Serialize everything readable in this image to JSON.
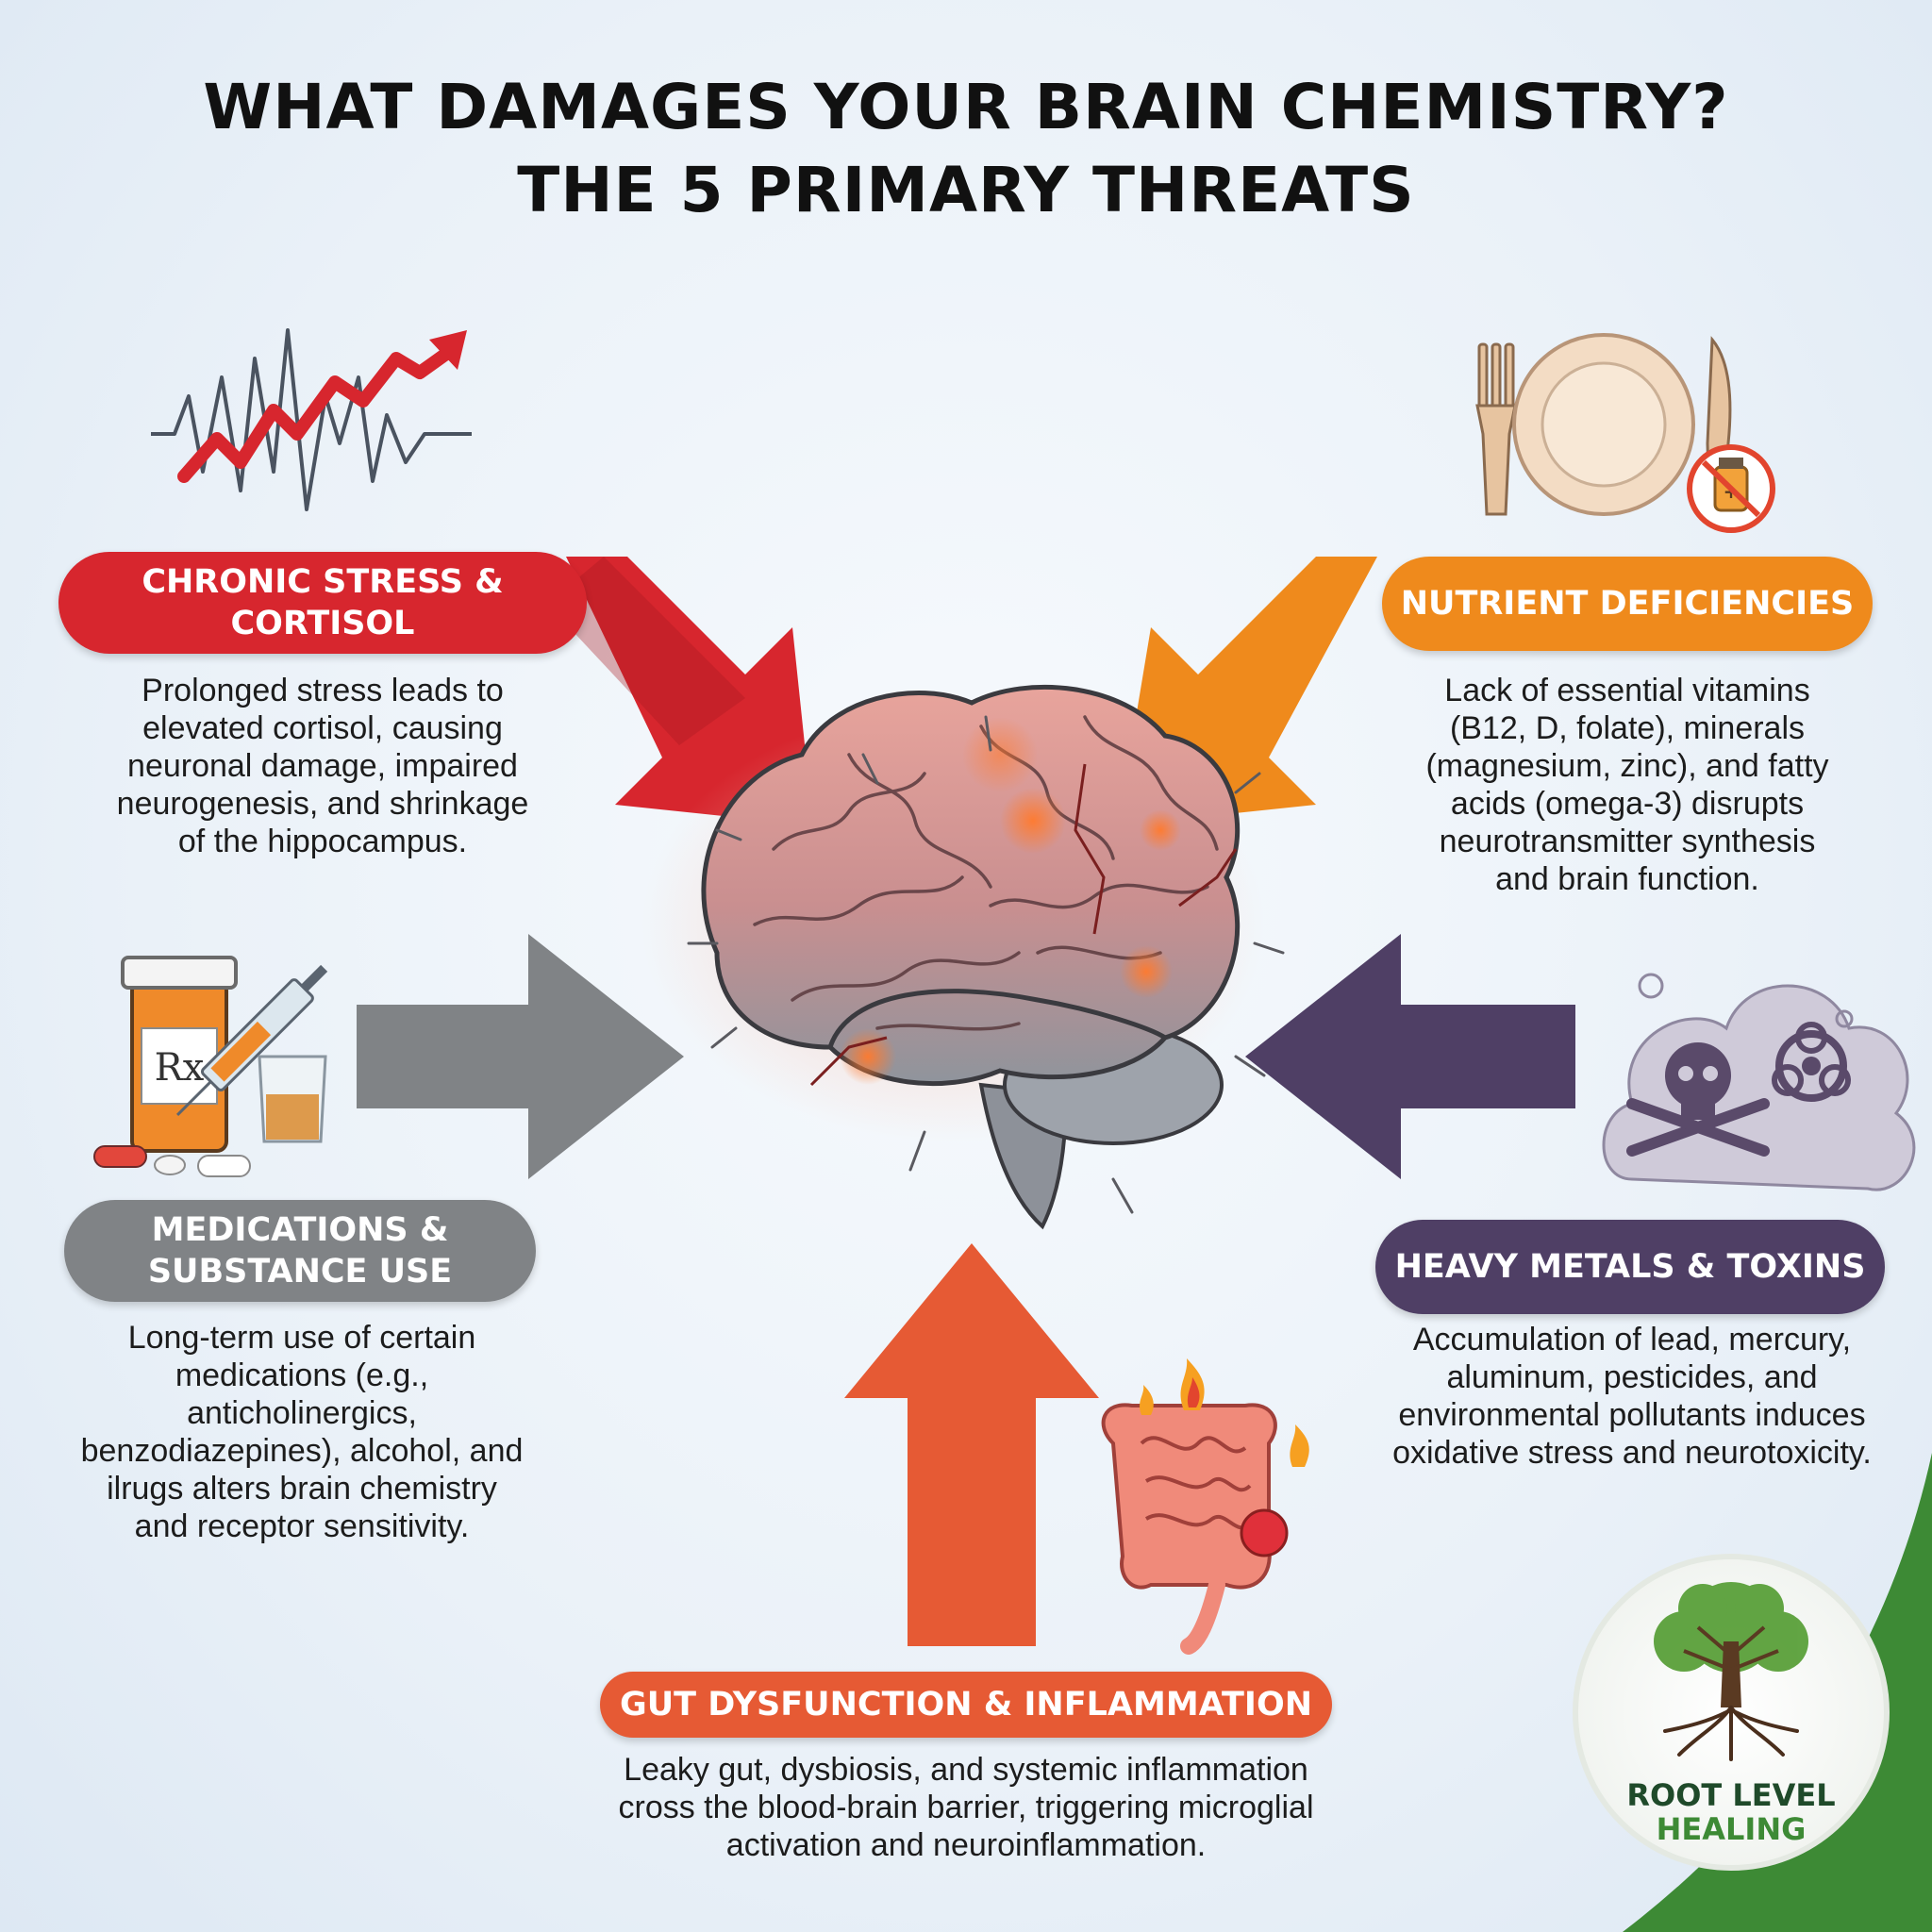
{
  "title": {
    "line1": "WHAT DAMAGES YOUR BRAIN CHEMISTRY?",
    "line2": "THE 5 PRIMARY THREATS"
  },
  "threats": [
    {
      "id": "chronic-stress",
      "label_lines": [
        "CHRONIC STRESS &",
        "CORTISOL"
      ],
      "color": "#d7262e",
      "icon": "stress-graph-icon",
      "description_lines": [
        "Prolonged stress leads to",
        "elevated cortisol, causing",
        "neuronal damage, impaired",
        "neurogenesis, and shrinkage",
        "of the hippocampus."
      ]
    },
    {
      "id": "nutrient-deficiencies",
      "label_lines": [
        "NUTRIENT DEFICIENCIES"
      ],
      "color": "#ef8a1c",
      "icon": "empty-plate-icon",
      "description_lines": [
        "Lack of essential vitamins",
        "(B12, D, folate), minerals",
        "(magnesium, zinc), and fatty",
        "acids (omega-3) disrupts",
        "neurotransmitter synthesis",
        "and brain function."
      ]
    },
    {
      "id": "medications",
      "label_lines": [
        "MEDICATIONS &",
        "SUBSTANCE USE"
      ],
      "color": "#808386",
      "icon": "pill-bottle-syringe-icon",
      "description_lines": [
        "Long-term use of certain",
        "medications (e.g.,",
        "anticholinergics,",
        "benzodiazepines), alcohol, and",
        "ilrugs alters brain chemistry",
        "and receptor sensitivity."
      ]
    },
    {
      "id": "heavy-metals",
      "label_lines": [
        "HEAVY METALS & TOXINS"
      ],
      "color": "#4f3f65",
      "icon": "toxic-cloud-icon",
      "description_lines": [
        "Accumulation of lead, mercury,",
        "aluminum, pesticides, and",
        "environmental pollutants induces",
        "oxidative stress and neurotoxicity."
      ]
    },
    {
      "id": "gut-dysfunction",
      "label_lines": [
        "GUT DYSFUNCTION & INFLAMMATION"
      ],
      "color": "#e65a34",
      "icon": "inflamed-gut-icon",
      "description_lines": [
        "Leaky gut, dysbiosis, and systemic inflammation",
        "cross the blood-brain barrier, triggering microglial",
        "activation and neuroinflammation."
      ]
    }
  ],
  "icons": {
    "rx_label": "Rx"
  },
  "brand": {
    "line1": "ROOT LEVEL",
    "line2": "HEALING",
    "icon": "tree-logo-icon",
    "accent": "#3d8a35"
  }
}
